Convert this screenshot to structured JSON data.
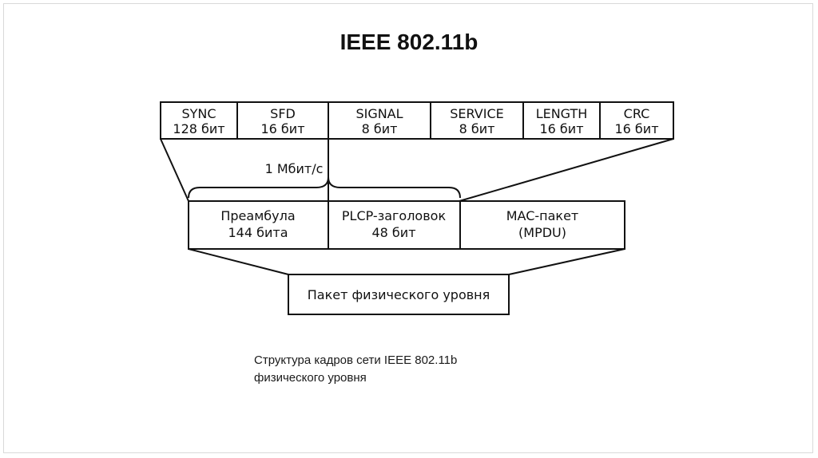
{
  "slide": {
    "title": "IEEE 802.11b"
  },
  "diagram": {
    "top_fields": [
      {
        "name": "SYNC",
        "size": "128 бит"
      },
      {
        "name": "SFD",
        "size": "16 бит"
      },
      {
        "name": "SIGNAL",
        "size": "8 бит"
      },
      {
        "name": "SERVICE",
        "size": "8 бит"
      },
      {
        "name": "LENGTH",
        "size": "16 бит"
      },
      {
        "name": "CRC",
        "size": "16 бит"
      }
    ],
    "rate_label": "1 Мбит/с",
    "middle_fields": [
      {
        "line1": "Преамбула",
        "line2": "144 бита"
      },
      {
        "line1": "PLCP-заголовок",
        "line2": "48 бит"
      },
      {
        "line1": "MAC-пакет",
        "line2": "(MPDU)"
      }
    ],
    "bottom_box": "Пакет физического уровня"
  },
  "caption": {
    "line1": "Структура кадров сети IEEE 802.11b",
    "line2": "физического уровня"
  }
}
